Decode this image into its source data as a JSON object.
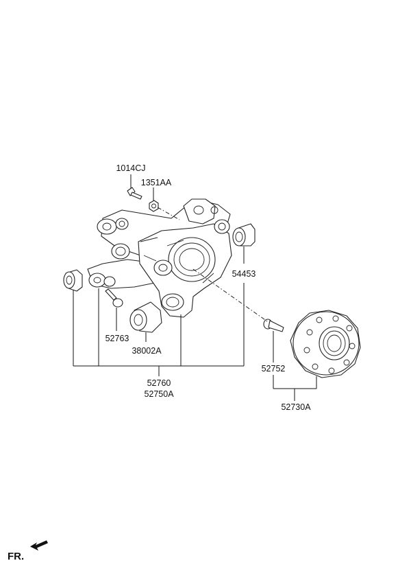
{
  "labels": {
    "bolt_1014cj": "1014CJ",
    "nut_1351aa": "1351AA",
    "bushing_54453": "54453",
    "bolt_52763": "52763",
    "bushing_38002a": "38002A",
    "knuckle_52760": "52760",
    "knuckle_assy_52750a": "52750A",
    "hub_bolt_52752": "52752",
    "hub_assy_52730a": "52730A"
  },
  "orientation": {
    "label": "FR."
  }
}
